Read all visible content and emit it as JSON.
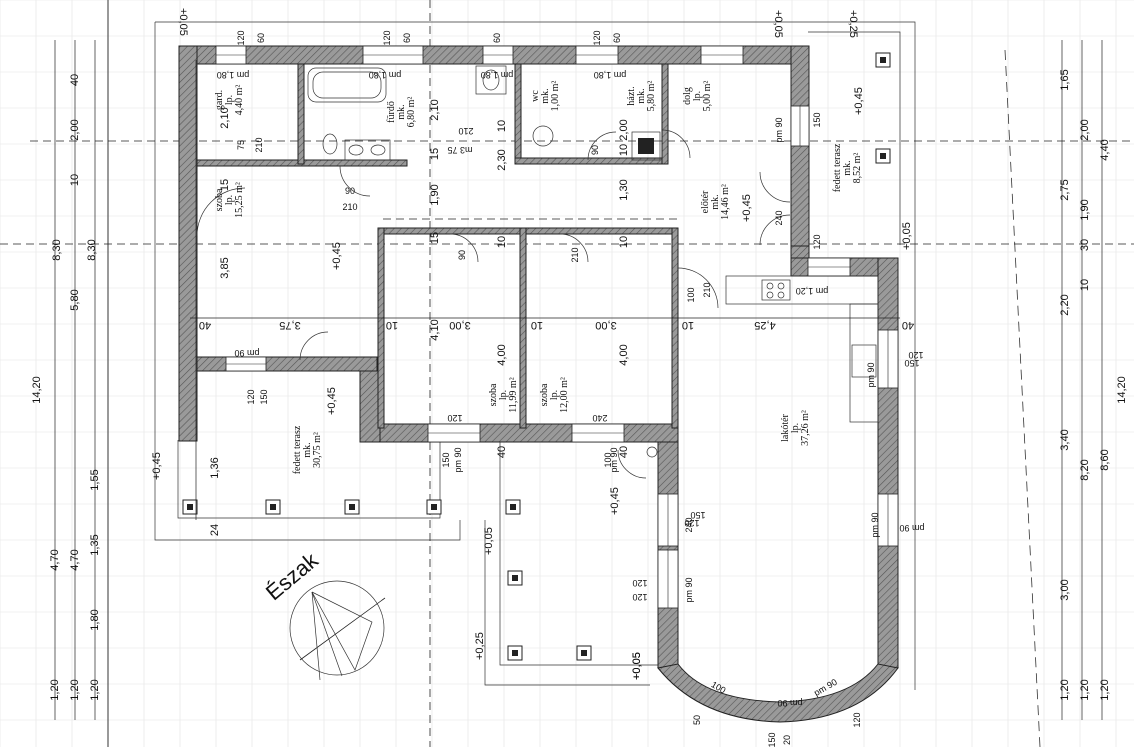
{
  "north_label": "Észak",
  "rooms": [
    {
      "name": "gard.",
      "floor": "lp.",
      "area": "4,40 m²"
    },
    {
      "name": "fürdő",
      "floor": "mk.",
      "area": "6,80 m²"
    },
    {
      "name": "wc",
      "floor": "mk.",
      "area": "1,00 m²"
    },
    {
      "name": "házt.",
      "floor": "mk.",
      "area": "5,80 m²"
    },
    {
      "name": "dolg",
      "floor": "lp.",
      "area": "5,00 m²"
    },
    {
      "name": "fedett terasz",
      "floor": "mk.",
      "area": "8,52 m²"
    },
    {
      "name": "szoba",
      "floor": "lp.",
      "area": "15,25 m²"
    },
    {
      "name": "előtér",
      "floor": "mk.",
      "area": "14,46 m²"
    },
    {
      "name": "szoba",
      "floor": "lp.",
      "area": "11,99 m²"
    },
    {
      "name": "szoba",
      "floor": "lp.",
      "area": "12,00 m²"
    },
    {
      "name": "lakótér",
      "floor": "lp.",
      "area": "37,26 m²"
    },
    {
      "name": "fedett terasz",
      "floor": "mk.",
      "area": "30,75 m²"
    }
  ],
  "levels": [
    "+0,05",
    "+0,05",
    "+0,25",
    "+0,45",
    "+0,45",
    "+0,45",
    "+0,45",
    "+0,45",
    "+0,45",
    "+0,05",
    "+0,05",
    "+0,25",
    "+0,05",
    "+0,05"
  ],
  "left_dims": [
    "40",
    "2,00",
    "10",
    "8,30",
    "5,80",
    "8,30",
    "14,20",
    "1,55",
    "4,70",
    "4,70",
    "1,35",
    "1,80",
    "1,20",
    "1,20",
    "1,20"
  ],
  "right_dims": [
    "1,65",
    "2,00",
    "4,40",
    "2,75",
    "1,90",
    "30",
    "10",
    "2,20",
    "14,20",
    "3,40",
    "8,20",
    "8,60",
    "3,00",
    "1,20",
    "1,20",
    "1,20"
  ],
  "inner_dims": {
    "h_row": [
      "40",
      "3,75",
      "10",
      "3,00",
      "10",
      "3,00",
      "10",
      "4,25",
      "40"
    ],
    "v_left": [
      "2,10",
      "15",
      "3,85",
      "1,36",
      "24"
    ],
    "v_mid": [
      "2,10",
      "15",
      "1,90",
      "15",
      "4,10"
    ],
    "v_mid2": [
      "10",
      "2,30",
      "10",
      "4,00"
    ],
    "v_mid3": [
      "2,00",
      "10",
      "1,30",
      "10",
      "4,00"
    ],
    "v_bottom": [
      "40",
      "40"
    ]
  },
  "openings": [
    "120",
    "60",
    "pm 1,80",
    "120",
    "60",
    "pm 1,80",
    "60",
    "pm 1,80",
    "120",
    "60",
    "pm 1,80",
    "75",
    "210",
    "m3 75",
    "210",
    "90",
    "210",
    "90",
    "210",
    "pm 90",
    "150",
    "90",
    "240",
    "100",
    "210",
    "pm 1,20",
    "120",
    "120",
    "pm 90",
    "120",
    "150",
    "pm 90",
    "120",
    "150",
    "pm 90",
    "240",
    "100",
    "pm 90",
    "150",
    "120",
    "pm 90",
    "pm 90",
    "pm 90",
    "pm 90",
    "100",
    "240",
    "pm 90",
    "150",
    "120",
    "120",
    "150",
    "20",
    "50",
    "120",
    "150"
  ]
}
